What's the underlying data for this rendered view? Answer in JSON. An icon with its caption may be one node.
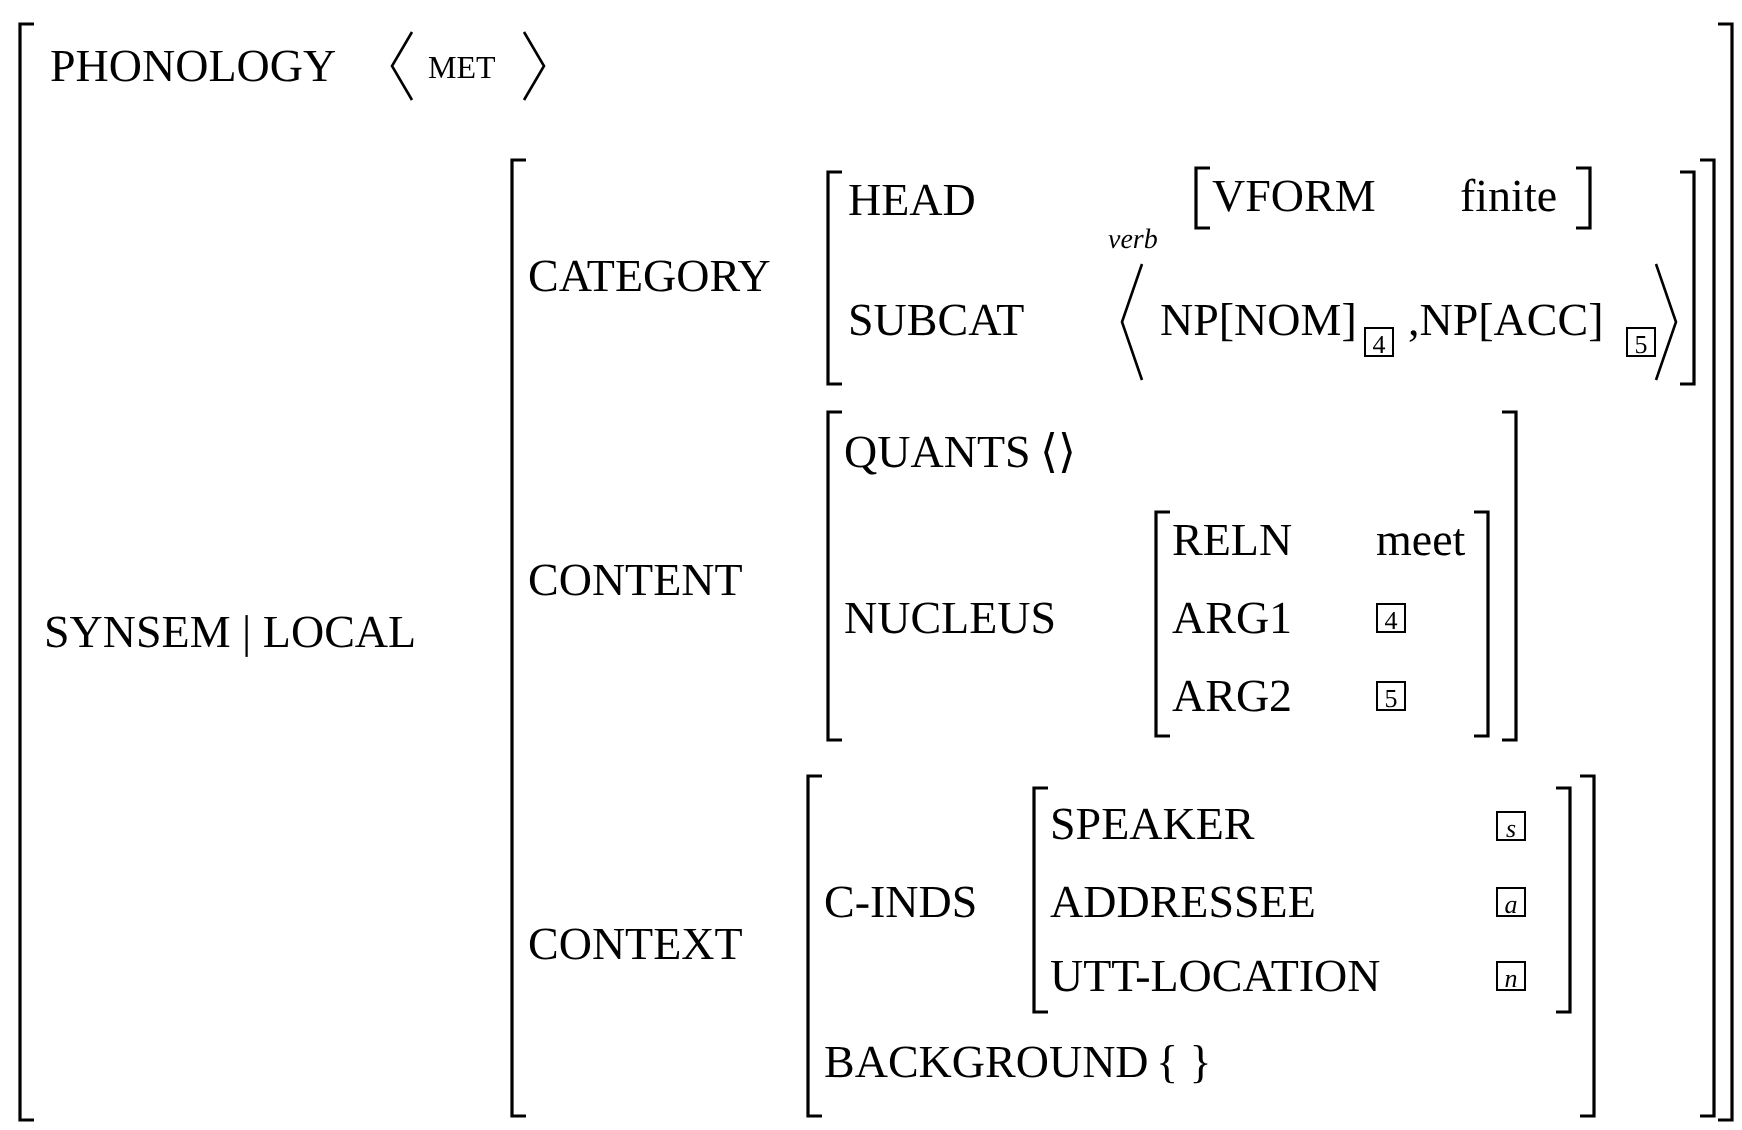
{
  "diagram": {
    "labels": [
      "PHONOLOGY",
      "MET",
      "SYNSEM | LOCAL",
      "CATEGORY",
      "HEAD",
      "verb",
      "VFORM",
      "finite",
      "SUBCAT",
      "NP[NOM]",
      "4",
      ",NP[ACC]",
      "5",
      "CONTENT",
      "QUANTS",
      "⟨⟩",
      "NUCLEUS",
      "RELN",
      "meet",
      "ARG1",
      "4",
      "ARG2",
      "5",
      "CONTEXT",
      "C-INDS",
      "SPEAKER",
      "s",
      "ADDRESSEE",
      "a",
      "UTT-LOCATION",
      "n",
      "BACKGROUND",
      "{ }"
    ]
  }
}
